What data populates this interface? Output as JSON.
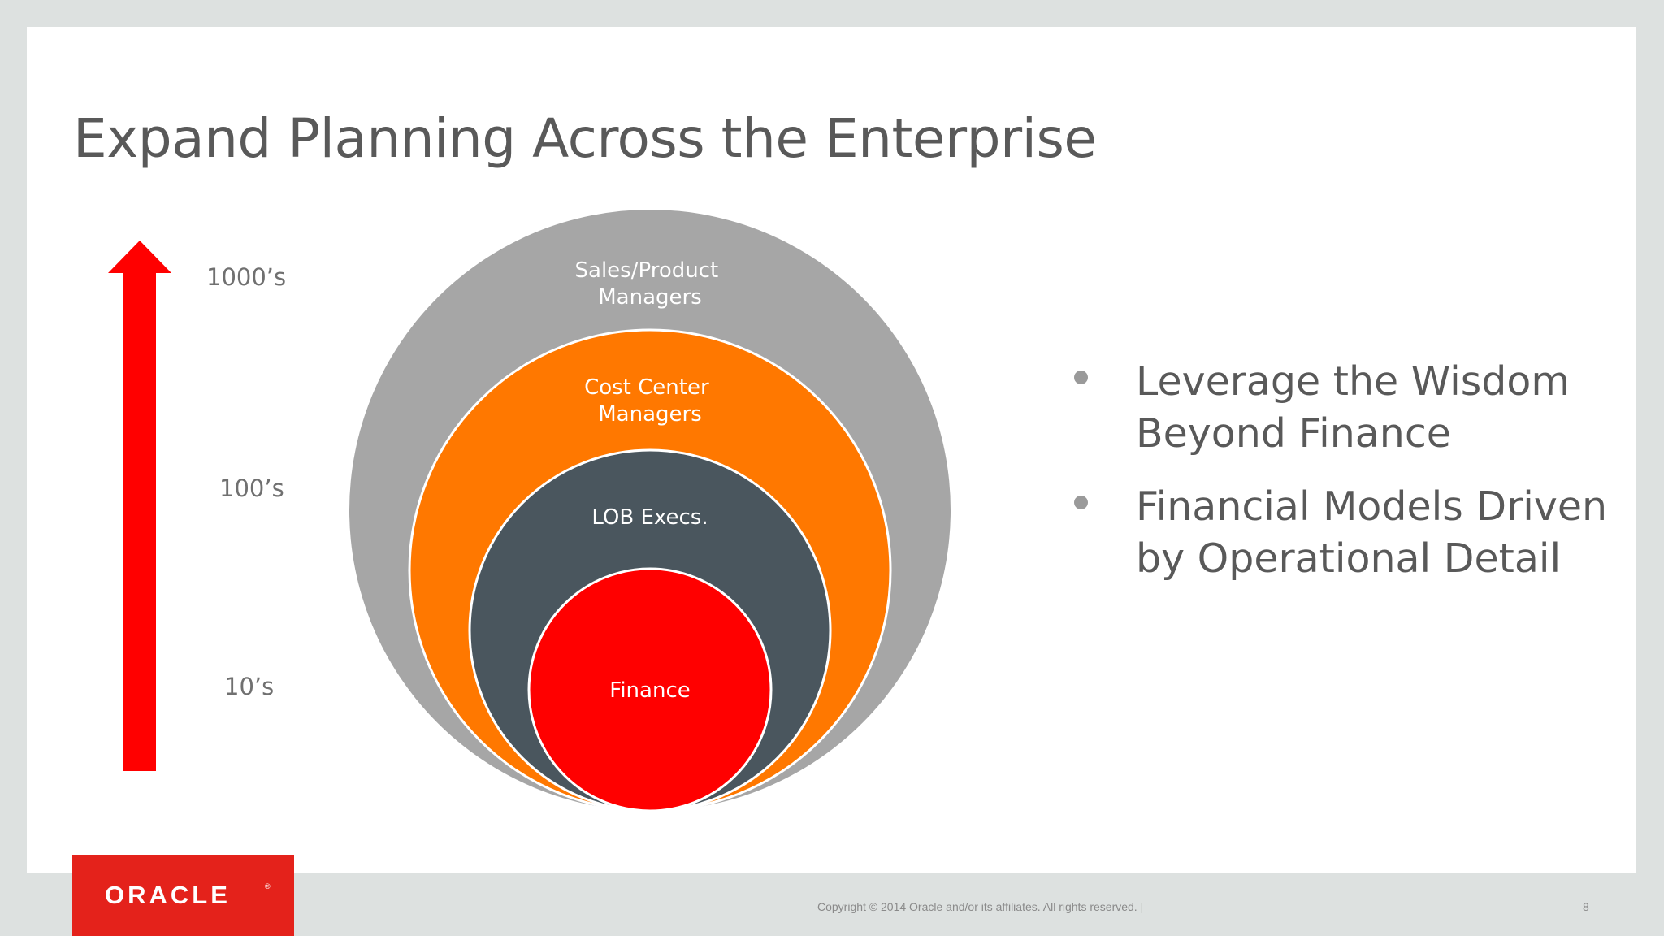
{
  "slide": {
    "title": "Expand Planning Across the Enterprise",
    "scale_labels": [
      "1000’s",
      "100’s",
      "10’s"
    ],
    "circles": {
      "outer": "Sales/Product\nManagers",
      "second": "Cost Center\nManagers",
      "third": "LOB Execs.",
      "inner": "Finance"
    },
    "bullets": [
      "Leverage the Wisdom Beyond Finance",
      "Financial Models Driven by Operational Detail"
    ]
  },
  "footer": {
    "logo": "ORACLE",
    "logo_mark": "®",
    "copyright": "Copyright © 2014 Oracle and/or its affiliates. All rights reserved.  |",
    "page_number": "8"
  },
  "colors": {
    "arrow": "#ff0000",
    "outer_circle": "#a6a6a6",
    "second_circle": "#ff7800",
    "third_circle": "#4a565e",
    "inner_circle": "#ff0000",
    "title": "#595959",
    "logo_bg": "#e4221b"
  }
}
